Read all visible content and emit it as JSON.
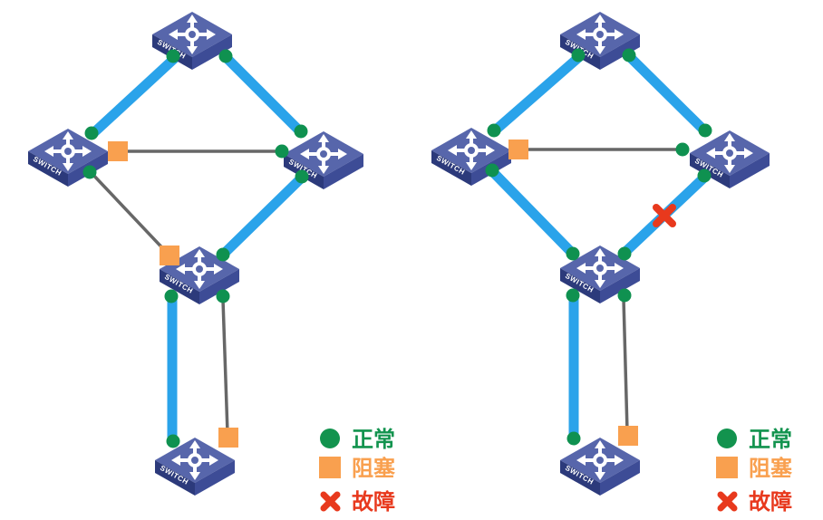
{
  "labels": {
    "switch": "SWITCH"
  },
  "legend": {
    "items": [
      {
        "label": "正常",
        "marker": "circle",
        "color": "#12934e",
        "meaning": "normal port"
      },
      {
        "label": "阻塞",
        "marker": "square",
        "color": "#f9a04f",
        "meaning": "blocked port"
      },
      {
        "label": "故障",
        "marker": "x",
        "color": "#e8391d",
        "meaning": "link failure"
      }
    ]
  },
  "colors": {
    "link_active": "#2aa3ea",
    "link_backup": "#676767",
    "port_normal": "#0f9150",
    "port_blocked": "#f9a04f",
    "failure_mark": "#e8391d",
    "switch_top_face": "#5766ab",
    "switch_front_face": "#2c3a7b",
    "switch_side_face": "#3d4c96",
    "background": "#ffffff"
  },
  "topology": {
    "node_label": "SWITCH",
    "scenarios": [
      {
        "name": "left-before-failure",
        "nodes": [
          "top",
          "left",
          "right",
          "middle",
          "bottom"
        ],
        "links": [
          {
            "from": "top",
            "to": "left",
            "state": "active",
            "from_port": "normal",
            "to_port": "normal"
          },
          {
            "from": "top",
            "to": "right",
            "state": "active",
            "from_port": "normal",
            "to_port": "normal"
          },
          {
            "from": "left",
            "to": "right",
            "state": "backup",
            "from_port": "blocked",
            "to_port": "normal"
          },
          {
            "from": "left",
            "to": "middle",
            "state": "backup",
            "from_port": "normal",
            "to_port": "blocked"
          },
          {
            "from": "right",
            "to": "middle",
            "state": "active",
            "from_port": "normal",
            "to_port": "normal"
          },
          {
            "from": "middle",
            "to": "bottom",
            "state": "active",
            "from_port": "normal",
            "to_port": "normal"
          },
          {
            "from": "middle",
            "to": "bottom",
            "state": "backup",
            "from_port": "normal",
            "to_port": "blocked"
          }
        ]
      },
      {
        "name": "right-after-failure",
        "nodes": [
          "top",
          "left",
          "right",
          "middle",
          "bottom"
        ],
        "links": [
          {
            "from": "top",
            "to": "left",
            "state": "active",
            "from_port": "normal",
            "to_port": "normal"
          },
          {
            "from": "top",
            "to": "right",
            "state": "active",
            "from_port": "normal",
            "to_port": "normal"
          },
          {
            "from": "left",
            "to": "right",
            "state": "backup",
            "from_port": "blocked",
            "to_port": "normal"
          },
          {
            "from": "left",
            "to": "middle",
            "state": "active",
            "from_port": "normal",
            "to_port": "normal"
          },
          {
            "from": "right",
            "to": "middle",
            "state": "active-failed",
            "from_port": "normal",
            "to_port": "normal"
          },
          {
            "from": "middle",
            "to": "bottom",
            "state": "active",
            "from_port": "normal",
            "to_port": "normal"
          },
          {
            "from": "middle",
            "to": "bottom",
            "state": "backup",
            "from_port": "normal",
            "to_port": "blocked"
          }
        ]
      }
    ]
  }
}
